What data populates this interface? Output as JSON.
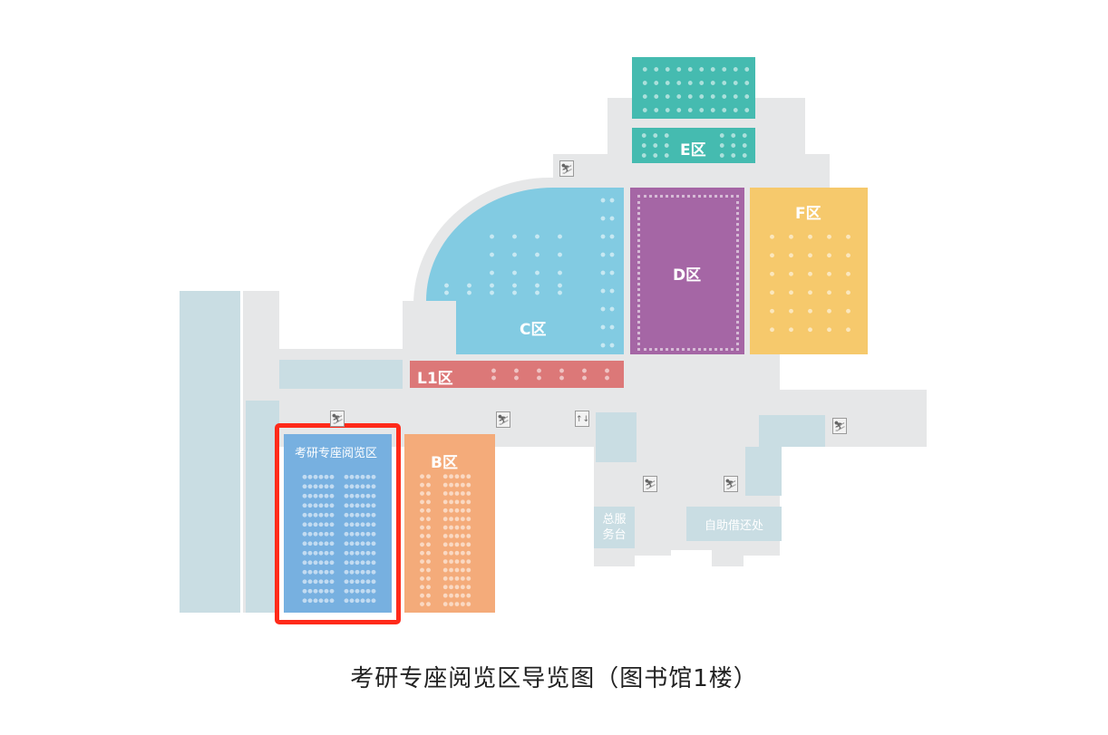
{
  "title": "考研专座阅览区导览图（图书馆1楼）",
  "zones": {
    "e": {
      "label": "E区",
      "color": "#45bbb0"
    },
    "c": {
      "label": "C区",
      "color": "#82cbe2"
    },
    "d": {
      "label": "D区",
      "color": "#a566a5"
    },
    "f": {
      "label": "F区",
      "color": "#f6c96c"
    },
    "l1": {
      "label": "L1区",
      "color": "#dc7878"
    },
    "b": {
      "label": "B区",
      "color": "#f4ab7a"
    },
    "study": {
      "label": "考研专座阅览区",
      "color": "#77b0e0",
      "highlight": "#ff2a1a"
    }
  },
  "facilities": {
    "service_desk": "总服\n务台",
    "self_service": "自助借还处"
  },
  "icons": {
    "escalator": "escalator-icon",
    "elevator": "elevator-icon"
  }
}
